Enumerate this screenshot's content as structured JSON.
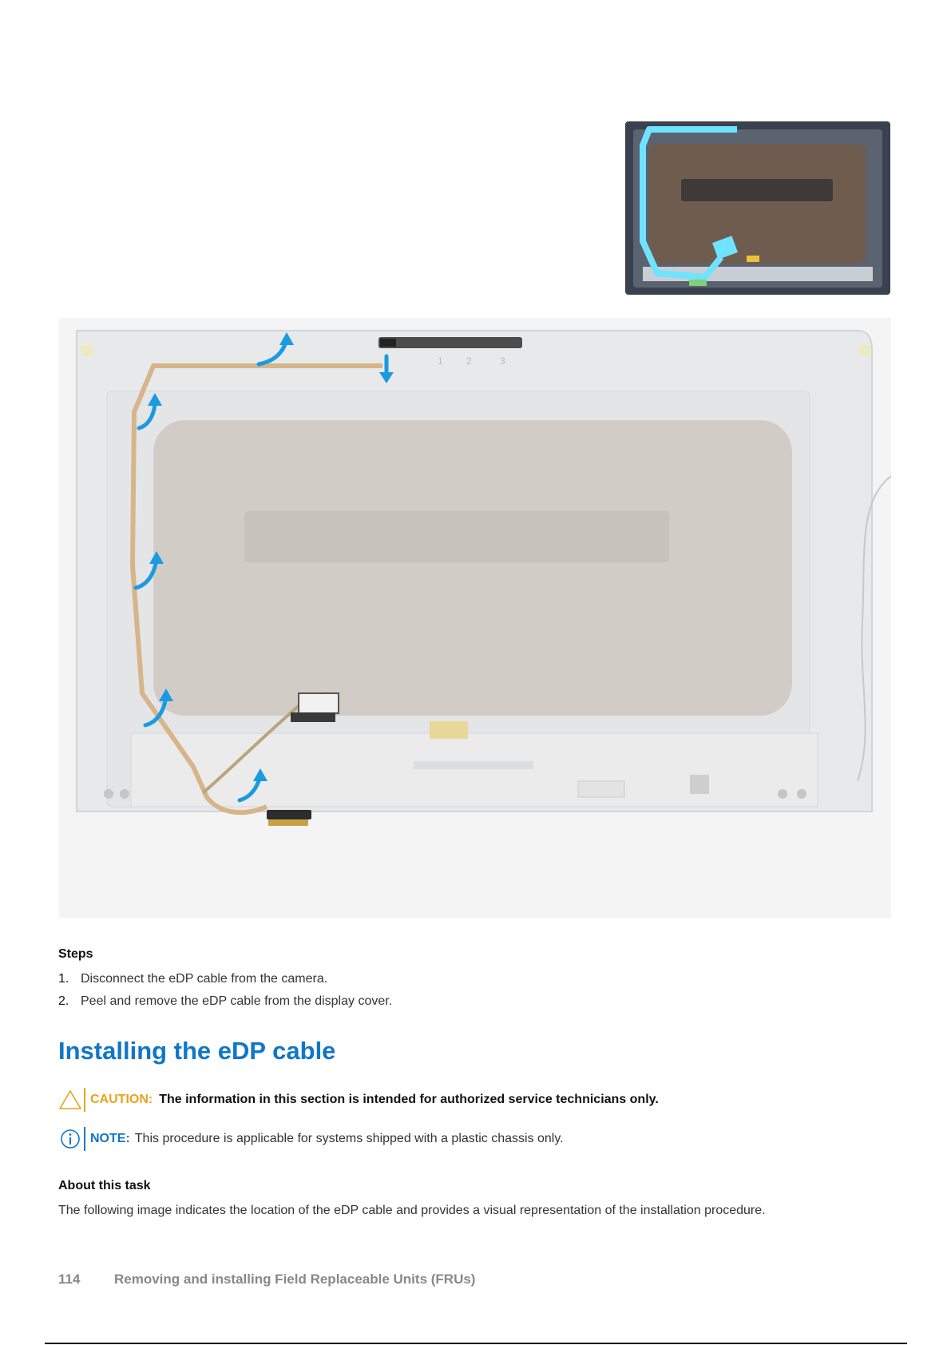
{
  "steps": {
    "heading": "Steps",
    "items": [
      {
        "num": "1.",
        "text": "Disconnect the eDP cable from the camera."
      },
      {
        "num": "2.",
        "text": "Peel and remove the eDP cable from the display cover."
      }
    ]
  },
  "section": {
    "title": "Installing the eDP cable"
  },
  "caution": {
    "label": "CAUTION:",
    "text": "The information in this section is intended for authorized service technicians only."
  },
  "note": {
    "label": "NOTE:",
    "text": "This procedure is applicable for systems shipped with a plastic chassis only."
  },
  "about": {
    "heading": "About this task",
    "text": "The following image indicates the location of the eDP cable and provides a visual representation of the installation procedure."
  },
  "footer": {
    "page_number": "114",
    "chapter": "Removing and installing Field Replaceable Units (FRUs)"
  },
  "figure": {
    "camera_labels": [
      "1",
      "2",
      "3"
    ]
  },
  "colors": {
    "accent_blue": "#1076c8",
    "caution_orange": "#e8a31b",
    "arrow_blue": "#1a9be0",
    "cable_tan": "#d7b58a"
  },
  "icons": {
    "caution": "warning-triangle-icon",
    "note": "info-circle-icon"
  }
}
